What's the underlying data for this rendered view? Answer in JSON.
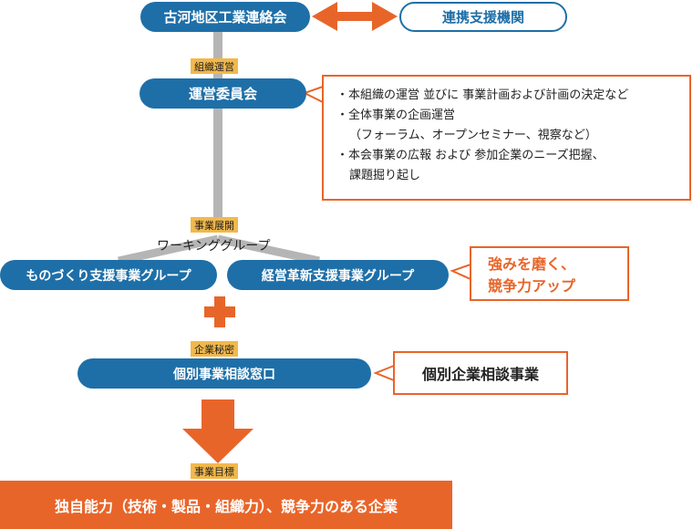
{
  "council": {
    "label": "古河地区工業連絡会"
  },
  "support_orgs": {
    "label": "連携支援機関"
  },
  "tags": {
    "org_management": "組織運営",
    "business_development": "事業展開",
    "confidential": "企業秘密",
    "goal": "事業目標"
  },
  "committee": {
    "label": "運営委員会"
  },
  "committee_notes": [
    "・本組織の運営 並びに 事業計画および計画の決定など",
    "・全体事業の企画運営",
    "（フォーラム、オープンセミナー、視察など）",
    "・本会事業の広報 および 参加企業のニーズ把握、",
    "課題掘り起し"
  ],
  "working_group": {
    "label": "ワーキンググループ"
  },
  "groups": [
    {
      "label": "ものづくり支援事業グループ"
    },
    {
      "label": "経営革新支援事業グループ"
    }
  ],
  "strength_callout": {
    "lines": [
      "強みを磨く、",
      "競争力アップ"
    ]
  },
  "consult_window": {
    "label": "個別事業相談窓口"
  },
  "consult_callout": {
    "label": "個別企業相談事業"
  },
  "goal_banner": {
    "label": "独自能力（技術・製品・組織力）、競争力のある企業"
  },
  "colors": {
    "blue": "#1e6fa8",
    "orange": "#e8652a",
    "tag_yellow": "#f2b84b",
    "gray_line": "#b5b5b5"
  }
}
